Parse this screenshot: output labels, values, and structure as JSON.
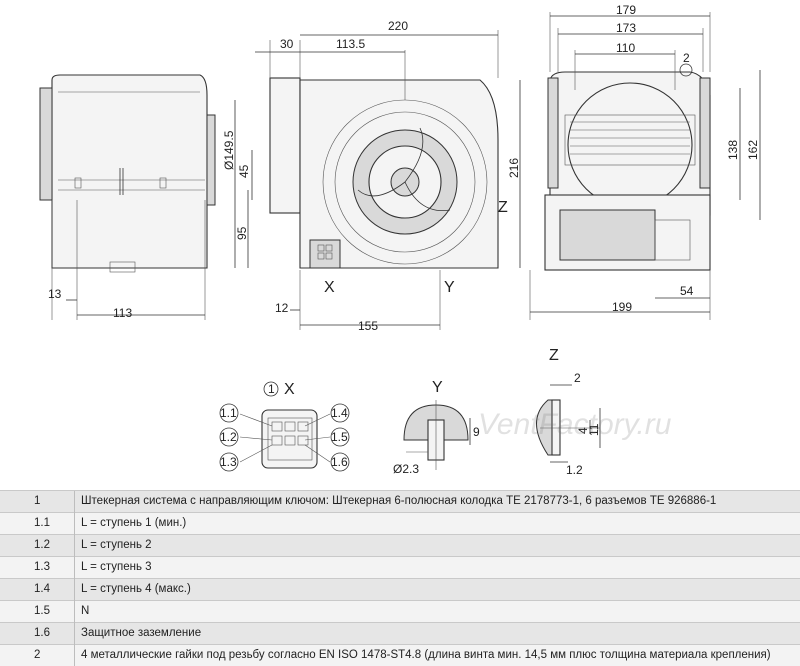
{
  "dimensions": {
    "d220": "220",
    "d30": "30",
    "d113_5": "113.5",
    "d149_5": "Ø149.5",
    "d45": "45",
    "d95": "95",
    "d216": "216",
    "d12": "12",
    "d155": "155",
    "d13": "13",
    "d113": "113",
    "d179": "179",
    "d173": "173",
    "d110": "110",
    "d138": "138",
    "d162": "162",
    "d199": "199",
    "d54": "54",
    "d2_ring": "2",
    "d_z2": "2",
    "d_z4": "4",
    "d_z11": "11",
    "d_z1_2": "1.2",
    "d_y9": "9",
    "d_y2_3": "Ø2.3"
  },
  "view_labels": {
    "x_top": "X",
    "y_top": "Y",
    "z_side": "Z",
    "x_detail": "X",
    "y_detail": "Y",
    "z_detail": "Z",
    "ring1": "1"
  },
  "pin_labels": [
    "1.1",
    "1.2",
    "1.3",
    "1.4",
    "1.5",
    "1.6"
  ],
  "watermark": "VentFactory.ru",
  "legend": [
    {
      "num": "1",
      "text": "Штекерная система с направляющим ключом: Штекерная 6-полюсная колодка TE 2178773-1, 6 разъемов TE 926886-1"
    },
    {
      "num": "1.1",
      "text": "L = ступень 1 (мин.)"
    },
    {
      "num": "1.2",
      "text": "L = ступень 2"
    },
    {
      "num": "1.3",
      "text": "L = ступень 3"
    },
    {
      "num": "1.4",
      "text": "L = ступень 4 (макс.)"
    },
    {
      "num": "1.5",
      "text": "N"
    },
    {
      "num": "1.6",
      "text": "Защитное заземление"
    },
    {
      "num": "2",
      "text": "4 металлические гайки под резьбу согласно EN ISO 1478-ST4.8 (длина винта мин. 14,5 мм плюс толщина материала крепления)"
    }
  ]
}
